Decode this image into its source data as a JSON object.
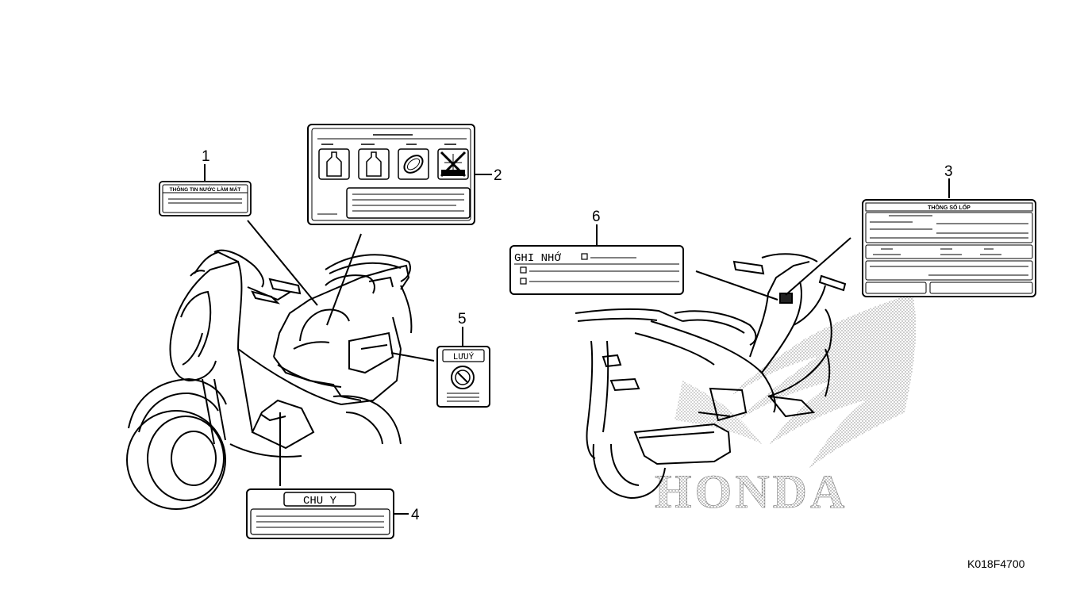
{
  "diagram_code": "K018F4700",
  "brand_watermark": "HONDA",
  "callouts": [
    {
      "number": "1",
      "label_text": "THÔNG TIN NƯỚC LÀM MÁT"
    },
    {
      "number": "2",
      "label_text": ""
    },
    {
      "number": "3",
      "label_text": "THÔNG SỐ LỐP"
    },
    {
      "number": "4",
      "label_text": "CHU  Y"
    },
    {
      "number": "5",
      "label_text": "LƯUÝ"
    },
    {
      "number": "6",
      "label_text": "GHI NHỚ"
    }
  ],
  "icons": [
    "oil-bottle-icon",
    "oil-bottle-icon",
    "drive-belt-icon",
    "no-tools-icon",
    "prohibition-icon"
  ]
}
